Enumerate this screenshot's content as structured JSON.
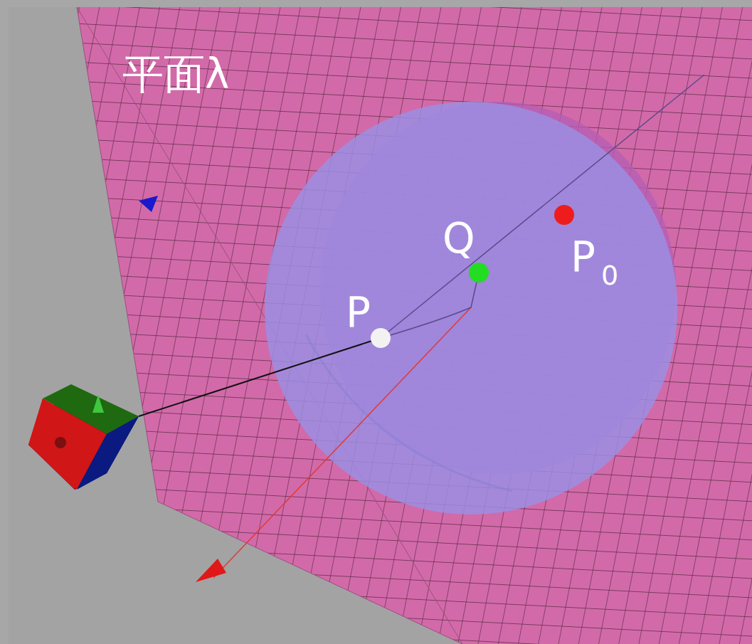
{
  "diagram": {
    "labels": [
      "平面λ",
      "Q",
      "P",
      "P",
      "0"
    ]
  }
}
